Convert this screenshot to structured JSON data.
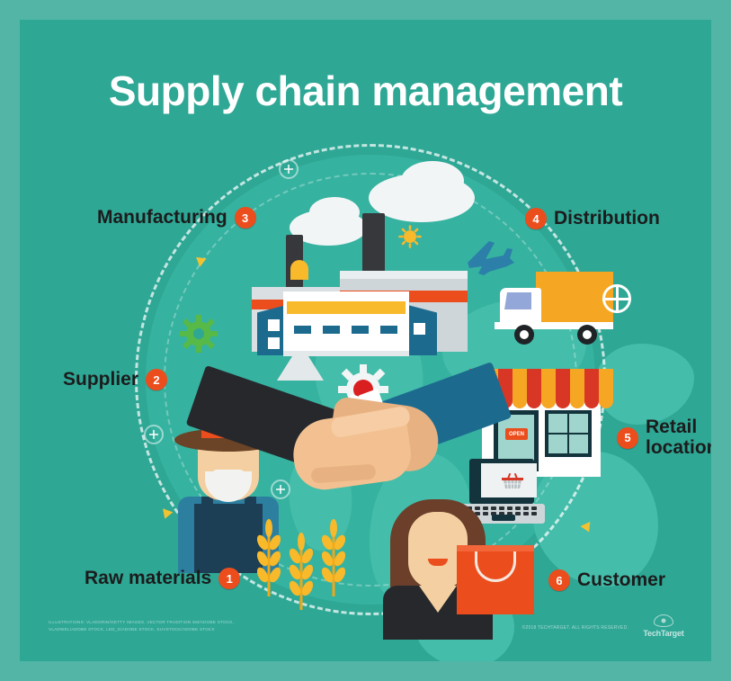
{
  "page": {
    "title": "Supply chain management",
    "border_color": "#53b5a6",
    "panel_color": "#2ea795",
    "badge_color": "#ec4d1c",
    "title_color": "#ffffff",
    "label_color": "#1c1c1c"
  },
  "stages": [
    {
      "number": "1",
      "label": "Raw materials",
      "icon": "wheat-farmer-icon"
    },
    {
      "number": "2",
      "label": "Supplier",
      "icon": "handshake-icon"
    },
    {
      "number": "3",
      "label": "Manufacturing",
      "icon": "factory-icon"
    },
    {
      "number": "4",
      "label": "Distribution",
      "icon": "delivery-truck-icon"
    },
    {
      "number": "5",
      "label": "Retail\nlocation",
      "icon": "storefront-icon"
    },
    {
      "number": "6",
      "label": "Customer",
      "icon": "shopper-icon"
    }
  ],
  "illustration": {
    "store_sign": "OPEN",
    "truck_badge": "globe-icon",
    "laptop_screen": "shopping-basket-icon",
    "center_icon": "gear-icon"
  },
  "footer": {
    "credits": "ILLUSTRATIONS: VLADGRIN/GETTY IMAGES, VECTOR TRADITION SM/ADOBE STOCK,\nVLADWEL/ADOBE STOCK, LED_S/ADOBE STOCK, SUVSTOCK/ADOBE STOCK",
    "copyright": "©2018 TECHTARGET. ALL RIGHTS RESERVED.",
    "brand": "TechTarget"
  }
}
